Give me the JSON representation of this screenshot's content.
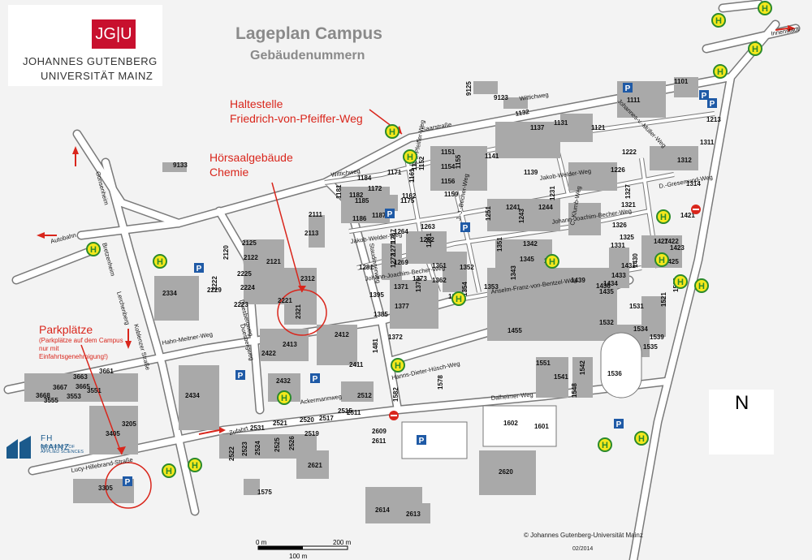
{
  "title": "Lageplan Campus",
  "subtitle": "Gebäudenummern",
  "logo": {
    "box": "JG|U",
    "line1": "JOHANNES GUTENBERG",
    "line2": "UNIVERSITÄT MAINZ"
  },
  "annotations": {
    "haltestelle": "Haltestelle",
    "haltestelle_name": "Friedrich-von-Pfeiffer-Weg",
    "hoersaal": "Hörsaalgebäude",
    "chemie": "Chemie",
    "parkplaetze": "Parkplätze",
    "parkplaetze_note": "(Parkplätze auf dem Campus nur mit Einfahrtsgenehmigung!)"
  },
  "fh_mainz": {
    "title": "FH MAINZ",
    "sub": "UNIVERSITY OF APPLIED SCIENCES"
  },
  "north": "N",
  "copyright": "© Johannes Gutenberg-Universität Mainz",
  "date": "02/2014",
  "scale": {
    "zero": "0 m",
    "two_hundred": "200 m",
    "hundred": "100 m"
  },
  "streets": {
    "saarstrasse": "Saarstraße",
    "wittichweg": "Wittichweg",
    "wittichweg2": "Wittichweg",
    "jakob_welder": "Jakob-Welder-Weg",
    "jakob_welder2": "Jakob-Welder-Weg",
    "becher": "Johann-Joachim-Becher-Weg",
    "becher2": "Johann-Joachim-Becher-Weg",
    "bentzel": "Anselm-Franz-von-Bentzel-Weg",
    "huesch": "Hanns-Dieter-Hüsch-Weg",
    "dalheimer": "Dalheimer-Weg",
    "ackermann": "Ackermannweg",
    "hahn": "Hahn-Meitner-Weg",
    "lucy": "Lucy-Hillebrand-Straße",
    "koblenzer": "Koblenzer Straße",
    "duesberg": "Duesbergweg",
    "staudinger": "Staudingerweg",
    "zufahrt": "Zufahrt",
    "autobahn": "Autobahn",
    "gonsenheim": "Gonsenheim",
    "bretzenheim": "Bretzenheim",
    "innenstadt": "Innenstadt",
    "mueller": "Johannes-v.-Müller-Weg",
    "gresemund": "D.-Gresemund-Weg",
    "duesberg2": "Duesbergweg",
    "lerchenberg": "Lerchenberg",
    "klumb": "C.-Klumb-Weg",
    "fpweg": "F.-v.-Pfeiffer-Weg",
    "jjbweg": "J.-J.-Becher-Weg"
  },
  "buildings": [
    {
      "id": "9125"
    },
    {
      "id": "9123"
    },
    {
      "id": "1132"
    },
    {
      "id": "1101"
    },
    {
      "id": "1111"
    },
    {
      "id": "1121"
    },
    {
      "id": "1131"
    },
    {
      "id": "1137"
    },
    {
      "id": "1141"
    },
    {
      "id": "1151"
    },
    {
      "id": "1154"
    },
    {
      "id": "1155"
    },
    {
      "id": "1152"
    },
    {
      "id": "1153"
    },
    {
      "id": "1156"
    },
    {
      "id": "1159"
    },
    {
      "id": "1139"
    },
    {
      "id": "1161"
    },
    {
      "id": "1171"
    },
    {
      "id": "1162"
    },
    {
      "id": "1175"
    },
    {
      "id": "1172"
    },
    {
      "id": "1184"
    },
    {
      "id": "1181"
    },
    {
      "id": "1182"
    },
    {
      "id": "1185"
    },
    {
      "id": "1186"
    },
    {
      "id": "1187"
    },
    {
      "id": "1213"
    },
    {
      "id": "1222"
    },
    {
      "id": "1226"
    },
    {
      "id": "1231"
    },
    {
      "id": "1241"
    },
    {
      "id": "1243"
    },
    {
      "id": "1244"
    },
    {
      "id": "1251"
    },
    {
      "id": "1261"
    },
    {
      "id": "1262"
    },
    {
      "id": "1263"
    },
    {
      "id": "1264"
    },
    {
      "id": "1267"
    },
    {
      "id": "1271"
    },
    {
      "id": "1272"
    },
    {
      "id": "1269"
    },
    {
      "id": "1281"
    },
    {
      "id": "1311"
    },
    {
      "id": "1312"
    },
    {
      "id": "1314"
    },
    {
      "id": "1321"
    },
    {
      "id": "1326"
    },
    {
      "id": "1327"
    },
    {
      "id": "1325"
    },
    {
      "id": "1331"
    },
    {
      "id": "1341"
    },
    {
      "id": "1342"
    },
    {
      "id": "1345"
    },
    {
      "id": "1351"
    },
    {
      "id": "1352"
    },
    {
      "id": "1353"
    },
    {
      "id": "1354"
    },
    {
      "id": "1357"
    },
    {
      "id": "1361"
    },
    {
      "id": "1362"
    },
    {
      "id": "1371"
    },
    {
      "id": "1373"
    },
    {
      "id": "1376"
    },
    {
      "id": "1377"
    },
    {
      "id": "1372"
    },
    {
      "id": "1385"
    },
    {
      "id": "1395"
    },
    {
      "id": "1343"
    },
    {
      "id": "1421"
    },
    {
      "id": "1422"
    },
    {
      "id": "1423"
    },
    {
      "id": "1425"
    },
    {
      "id": "1427"
    },
    {
      "id": "1430"
    },
    {
      "id": "1431"
    },
    {
      "id": "1433"
    },
    {
      "id": "1434"
    },
    {
      "id": "1435"
    },
    {
      "id": "1436"
    },
    {
      "id": "1439"
    },
    {
      "id": "1455"
    },
    {
      "id": "1481"
    },
    {
      "id": "1521"
    },
    {
      "id": "1522"
    },
    {
      "id": "1531"
    },
    {
      "id": "1532"
    },
    {
      "id": "1534"
    },
    {
      "id": "1535"
    },
    {
      "id": "1536"
    },
    {
      "id": "1539"
    },
    {
      "id": "1541"
    },
    {
      "id": "1542"
    },
    {
      "id": "1548"
    },
    {
      "id": "1551"
    },
    {
      "id": "1578"
    },
    {
      "id": "1582"
    },
    {
      "id": "1601"
    },
    {
      "id": "1602"
    },
    {
      "id": "2111"
    },
    {
      "id": "2113"
    },
    {
      "id": "2121"
    },
    {
      "id": "2122"
    },
    {
      "id": "2125"
    },
    {
      "id": "2120"
    },
    {
      "id": "2225"
    },
    {
      "id": "2224"
    },
    {
      "id": "2223"
    },
    {
      "id": "2222"
    },
    {
      "id": "2221"
    },
    {
      "id": "2229"
    },
    {
      "id": "2312"
    },
    {
      "id": "2321"
    },
    {
      "id": "2334"
    },
    {
      "id": "2412"
    },
    {
      "id": "2413"
    },
    {
      "id": "2411"
    },
    {
      "id": "2422"
    },
    {
      "id": "2432"
    },
    {
      "id": "2434"
    },
    {
      "id": "2512"
    },
    {
      "id": "2511"
    },
    {
      "id": "2515"
    },
    {
      "id": "2517"
    },
    {
      "id": "2520"
    },
    {
      "id": "2521"
    },
    {
      "id": "2519"
    },
    {
      "id": "2526"
    },
    {
      "id": "2525"
    },
    {
      "id": "2524"
    },
    {
      "id": "2523"
    },
    {
      "id": "2522"
    },
    {
      "id": "2531"
    },
    {
      "id": "2609"
    },
    {
      "id": "2611"
    },
    {
      "id": "2613"
    },
    {
      "id": "2614"
    },
    {
      "id": "2620"
    },
    {
      "id": "2621"
    },
    {
      "id": "1575"
    },
    {
      "id": "3205"
    },
    {
      "id": "3305"
    },
    {
      "id": "3405"
    },
    {
      "id": "3551"
    },
    {
      "id": "3553"
    },
    {
      "id": "3555"
    },
    {
      "id": "3661"
    },
    {
      "id": "3663"
    },
    {
      "id": "3665"
    },
    {
      "id": "3667"
    },
    {
      "id": "3668"
    },
    {
      "id": "9133"
    }
  ],
  "symbols": {
    "bus": "H",
    "parking": "P"
  },
  "colors": {
    "accent_red": "#d9261c",
    "bus_fill": "#f4e81c",
    "bus_ring": "#2b8a2b",
    "parking_blue": "#1f5aa6",
    "building_gray": "#a9a9a9",
    "road_white": "#ffffff"
  }
}
